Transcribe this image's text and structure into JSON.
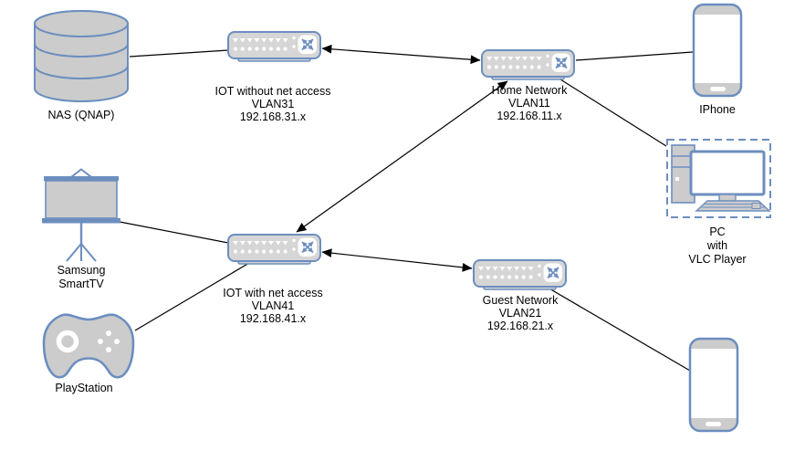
{
  "diagram": {
    "colors": {
      "node_border": "#6c8ebf",
      "node_fill": "#cccccc",
      "switch_fill": "#d6d6d6",
      "port_fill": "#ffffff",
      "edge_color": "#000000",
      "background": "#ffffff"
    },
    "nodes": {
      "nas": {
        "label": "NAS (QNAP)",
        "icon": "database-icon"
      },
      "vlan31": {
        "lines": [
          "IOT without net access",
          "VLAN31",
          "192.168.31.x"
        ],
        "icon": "switch-icon"
      },
      "home": {
        "lines": [
          "Home Network",
          "VLAN11",
          "192.168.11.x"
        ],
        "icon": "switch-icon"
      },
      "iphone": {
        "label": "IPhone",
        "icon": "smartphone-icon"
      },
      "pc": {
        "lines": [
          "PC",
          "with",
          "VLC Player"
        ],
        "icon": "desktop-computer-icon"
      },
      "tv": {
        "lines": [
          "Samsung",
          "SmartTV"
        ],
        "icon": "projection-screen-icon"
      },
      "vlan41": {
        "lines": [
          "IOT with net access",
          "VLAN41",
          "192.168.41.x"
        ],
        "icon": "switch-icon"
      },
      "guest": {
        "lines": [
          "Guest Network",
          "VLAN21",
          "192.168.21.x"
        ],
        "icon": "switch-icon"
      },
      "playstation": {
        "label": "PlayStation",
        "icon": "game-controller-icon"
      },
      "smartphone": {
        "label": "",
        "icon": "smartphone-icon"
      }
    },
    "connections": [
      {
        "from": "nas",
        "to": "vlan31",
        "style": "plain"
      },
      {
        "from": "vlan31",
        "to": "home",
        "style": "double-arrow"
      },
      {
        "from": "home",
        "to": "iphone",
        "style": "plain"
      },
      {
        "from": "home",
        "to": "pc",
        "style": "plain"
      },
      {
        "from": "home",
        "to": "vlan41",
        "style": "double-arrow"
      },
      {
        "from": "vlan41",
        "to": "guest",
        "style": "double-arrow"
      },
      {
        "from": "tv",
        "to": "vlan41",
        "style": "plain"
      },
      {
        "from": "playstation",
        "to": "vlan41",
        "style": "plain"
      },
      {
        "from": "guest",
        "to": "smartphone",
        "style": "plain"
      }
    ]
  }
}
